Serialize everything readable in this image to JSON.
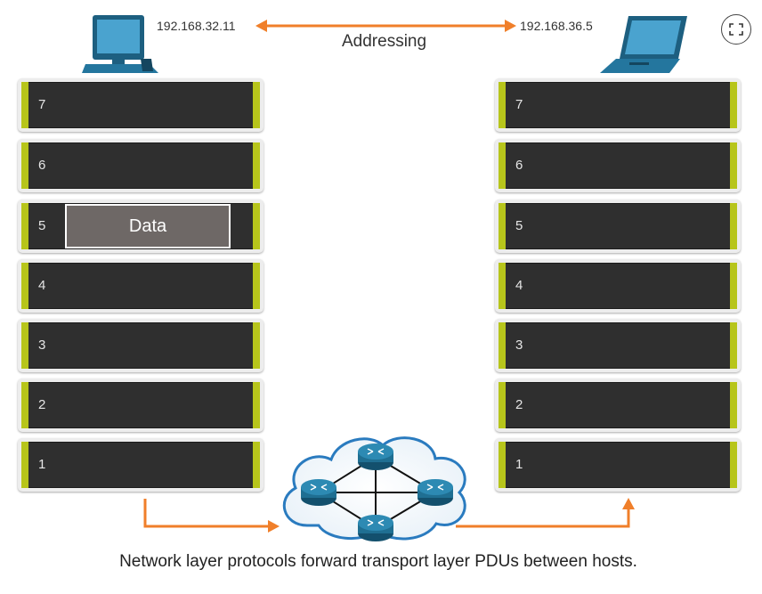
{
  "addressing": {
    "source_ip": "192.168.32.11",
    "destination_ip": "192.168.36.5",
    "label": "Addressing"
  },
  "left_stack": {
    "layers": [
      "7",
      "6",
      "5",
      "4",
      "3",
      "2",
      "1"
    ],
    "data_label": "Data",
    "data_layer": "5"
  },
  "right_stack": {
    "layers": [
      "7",
      "6",
      "5",
      "4",
      "3",
      "2",
      "1"
    ]
  },
  "caption": "Network layer protocols forward transport layer PDUs between hosts.",
  "colors": {
    "arrow": "#f07f2a",
    "layer_fill": "#2f2f2f",
    "layer_accent": "#b7c51b",
    "router": "#1f6f92",
    "cloud_outline": "#2a7bbf"
  },
  "icons": {
    "source": "desktop-computer-icon",
    "destination": "laptop-icon",
    "network": "network-cloud-icon",
    "expand": "fullscreen-icon"
  }
}
